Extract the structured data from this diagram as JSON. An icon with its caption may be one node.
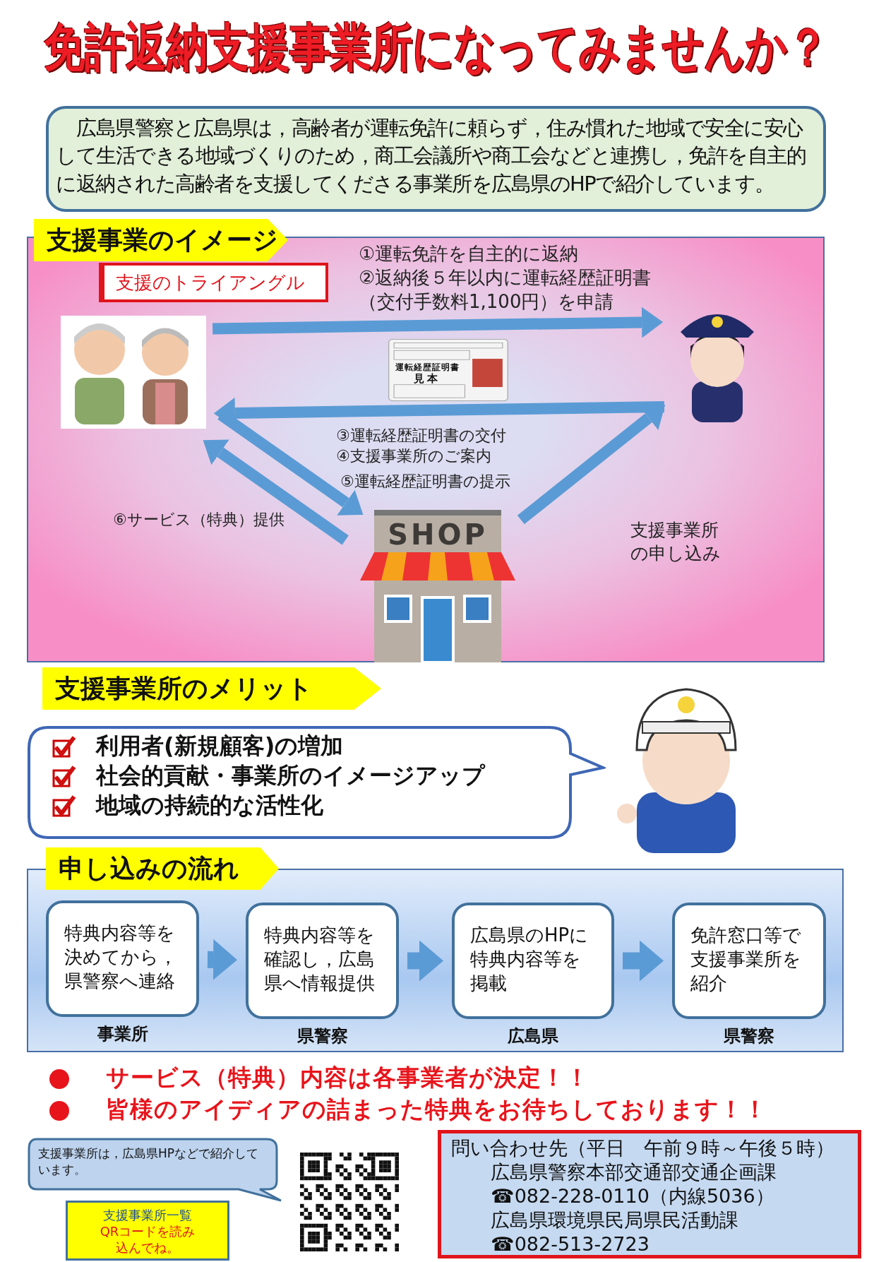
{
  "diagram": {
    "title": "免許返納支援事業所になってみませんか？",
    "nodes": [
      {
        "text": [
          "広島県警察と広島県は，高齢者が運転免許に頼らず，住み慣れた地域で安全に安心して生活できる地域づくりのため，商工会議所や商工会などと連携し，免許を自主的に返納された高齢者を支援してくださる事業所を広島県のHPで紹介しています。"
        ]
      },
      {
        "text": [
          "支援事業のイメージ"
        ]
      },
      {
        "text": [
          "支援のトライアングル"
        ],
        "in": 1
      },
      {
        "text": [],
        "shape": "picture",
        "in": 1
      },
      {
        "text": [
          "運転経歴証明書",
          "見本"
        ],
        "in": 1
      },
      {
        "text": [],
        "shape": "picture",
        "in": 1
      },
      {
        "text": [
          "SHOP"
        ],
        "in": 1
      },
      {
        "text": [
          "支援事業所のメリット"
        ]
      },
      {
        "text": [
          "利用者(新規顧客)の増加",
          "社会的貢献・事業所のイメージアップ",
          "地域の持続的な活性化"
        ]
      },
      {
        "text": [],
        "shape": "picture"
      },
      {
        "text": [
          "申し込みの流れ"
        ]
      },
      {
        "text": [
          "特典内容等を決めてから，県警察へ連絡"
        ],
        "beside": [
          "事業所"
        ],
        "in": 10
      },
      {
        "text": [
          "特典内容等を確認し，広島県へ情報提供"
        ],
        "beside": [
          "県警察"
        ],
        "in": 10
      },
      {
        "text": [
          "広島県のHPに特典内容等を掲載"
        ],
        "beside": [
          "広島県"
        ],
        "in": 10
      },
      {
        "text": [
          "免許窓口等で支援事業所を紹介"
        ],
        "beside": [
          "県警察"
        ],
        "in": 10
      },
      {
        "text": [
          "支援事業所は，広島県HPなどで紹介しています。"
        ]
      },
      {
        "text": [
          "支援事業所一覧",
          "QRコードを読み込んでね。"
        ]
      },
      {
        "text": [],
        "shape": "picture"
      },
      {
        "text": [
          "問い合わせ先（平日　午前９時～午後５時）",
          "広島県警察本部交通部交通企画課",
          "☎082-228-0110（内線5036）",
          "広島県環境県民局県民活動課",
          "☎082-513-2723"
        ]
      }
    ],
    "edges": [
      {
        "from": 3,
        "to": 5,
        "arrow": "to",
        "label": "①運転免許を自主的に返納 ②返納後５年以内に運転経歴証明書（交付手数料1,100円）を申請"
      },
      {
        "from": 5,
        "to": 3,
        "arrow": "to",
        "label": "③運転経歴証明書の交付 ④支援事業所のご案内"
      },
      {
        "from": 3,
        "to": 6,
        "arrow": "to",
        "label": "⑤運転経歴証明書の提示"
      },
      {
        "from": 6,
        "to": 3,
        "arrow": "to",
        "label": "⑥サービス（特典）提供"
      },
      {
        "from": 6,
        "to": 5,
        "arrow": "to",
        "label": "支援事業所の申し込み"
      },
      {
        "from": 11,
        "to": 12,
        "arrow": "to"
      },
      {
        "from": 12,
        "to": 13,
        "arrow": "to"
      },
      {
        "from": 13,
        "to": 14,
        "arrow": "to"
      }
    ],
    "labels": [
      "サービス（特典）内容は各事業者が決定！！",
      "皆様のアイディアの詰まった特典をお待ちしております！！"
    ]
  }
}
